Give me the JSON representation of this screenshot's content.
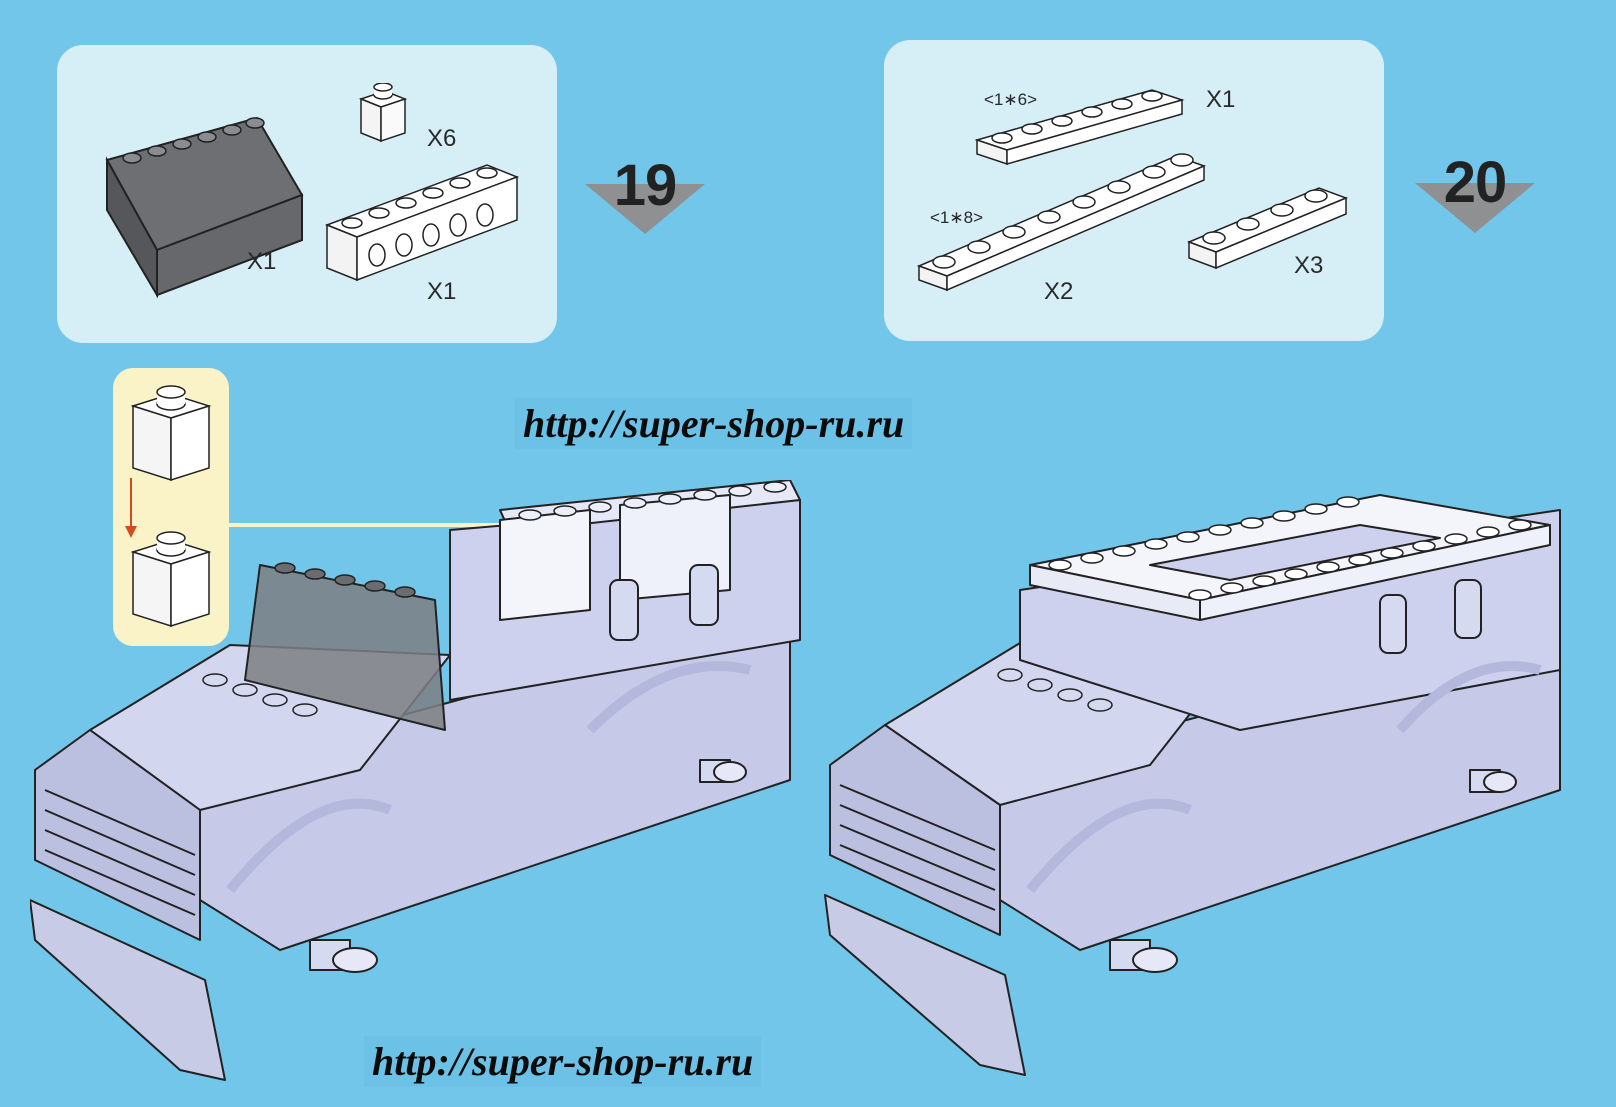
{
  "step19": {
    "number": "19",
    "parts": {
      "windshield_qty": "X1",
      "brick1x1_qty": "X6",
      "technic_beam_qty": "X1"
    }
  },
  "step20": {
    "number": "20",
    "parts": {
      "plate_1x6_label": "<1∗6>",
      "plate_1x6_qty": "X1",
      "plate_1x8_label": "<1∗8>",
      "plate_1x8_qty": "X2",
      "plate_1x4_qty": "X3"
    }
  },
  "watermark": {
    "url_top": "http://super-shop-ru.ru",
    "url_bottom": "http://super-shop-ru.ru"
  },
  "colors": {
    "background": "#72c6e9",
    "panel": "#d6eef6",
    "callout": "#fbf3c8",
    "vehicle": "#ccd0ec",
    "windshield": "#7d7f82",
    "arrow_fill": "#8f9092"
  }
}
